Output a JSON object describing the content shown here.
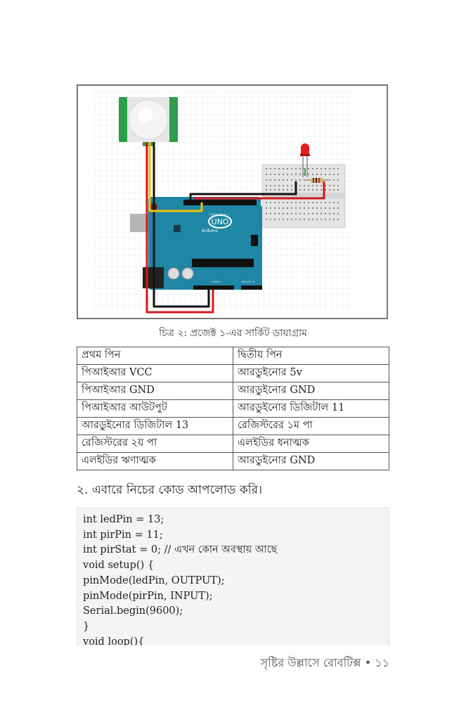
{
  "figure": {
    "board_brand": "UNO",
    "board_name": "Arduino",
    "board_label_digital": "DIGITAL (PWM~)",
    "board_label_power": "POWER",
    "board_label_analog": "ANALOG IN",
    "caption": "চিত্র ২: প্রজেক্ট ১-এর সার্কিট ডায়াগ্রাম"
  },
  "table": {
    "rows": [
      [
        "প্রথম পিন",
        "দ্বিতীয় পিন"
      ],
      [
        "পিআইআর VCC",
        "আরডুইনোর 5v"
      ],
      [
        "পিআইআর GND",
        "আরডুইনোর GND"
      ],
      [
        "পিআইআর আউটপুট",
        "আরডুইনোর ডিজিটাল 11"
      ],
      [
        "আরডুইনোর ডিজিটাল 13",
        "রেজিস্টরের ১ম পা"
      ],
      [
        "রেজিস্টরের ২য় পা",
        "এলইডির ধনাত্মক"
      ],
      [
        "এলইডির ঋণাত্মক",
        "আরডুইনোর GND"
      ]
    ]
  },
  "step_text": "২. এবারে নিচের কোড আপলোড করি।",
  "code_lines": [
    "int ledPin = 13;",
    "int pirPin = 11;",
    "int pirStat = 0; // এখন কোন অবস্থায় আছে",
    "void setup() {",
    "pinMode(ledPin, OUTPUT);",
    "pinMode(pirPin, INPUT);",
    "Serial.begin(9600);",
    "}",
    "void loop(){"
  ],
  "footer": "সৃষ্টির উল্লাসে রোবটিক্স • ১১"
}
